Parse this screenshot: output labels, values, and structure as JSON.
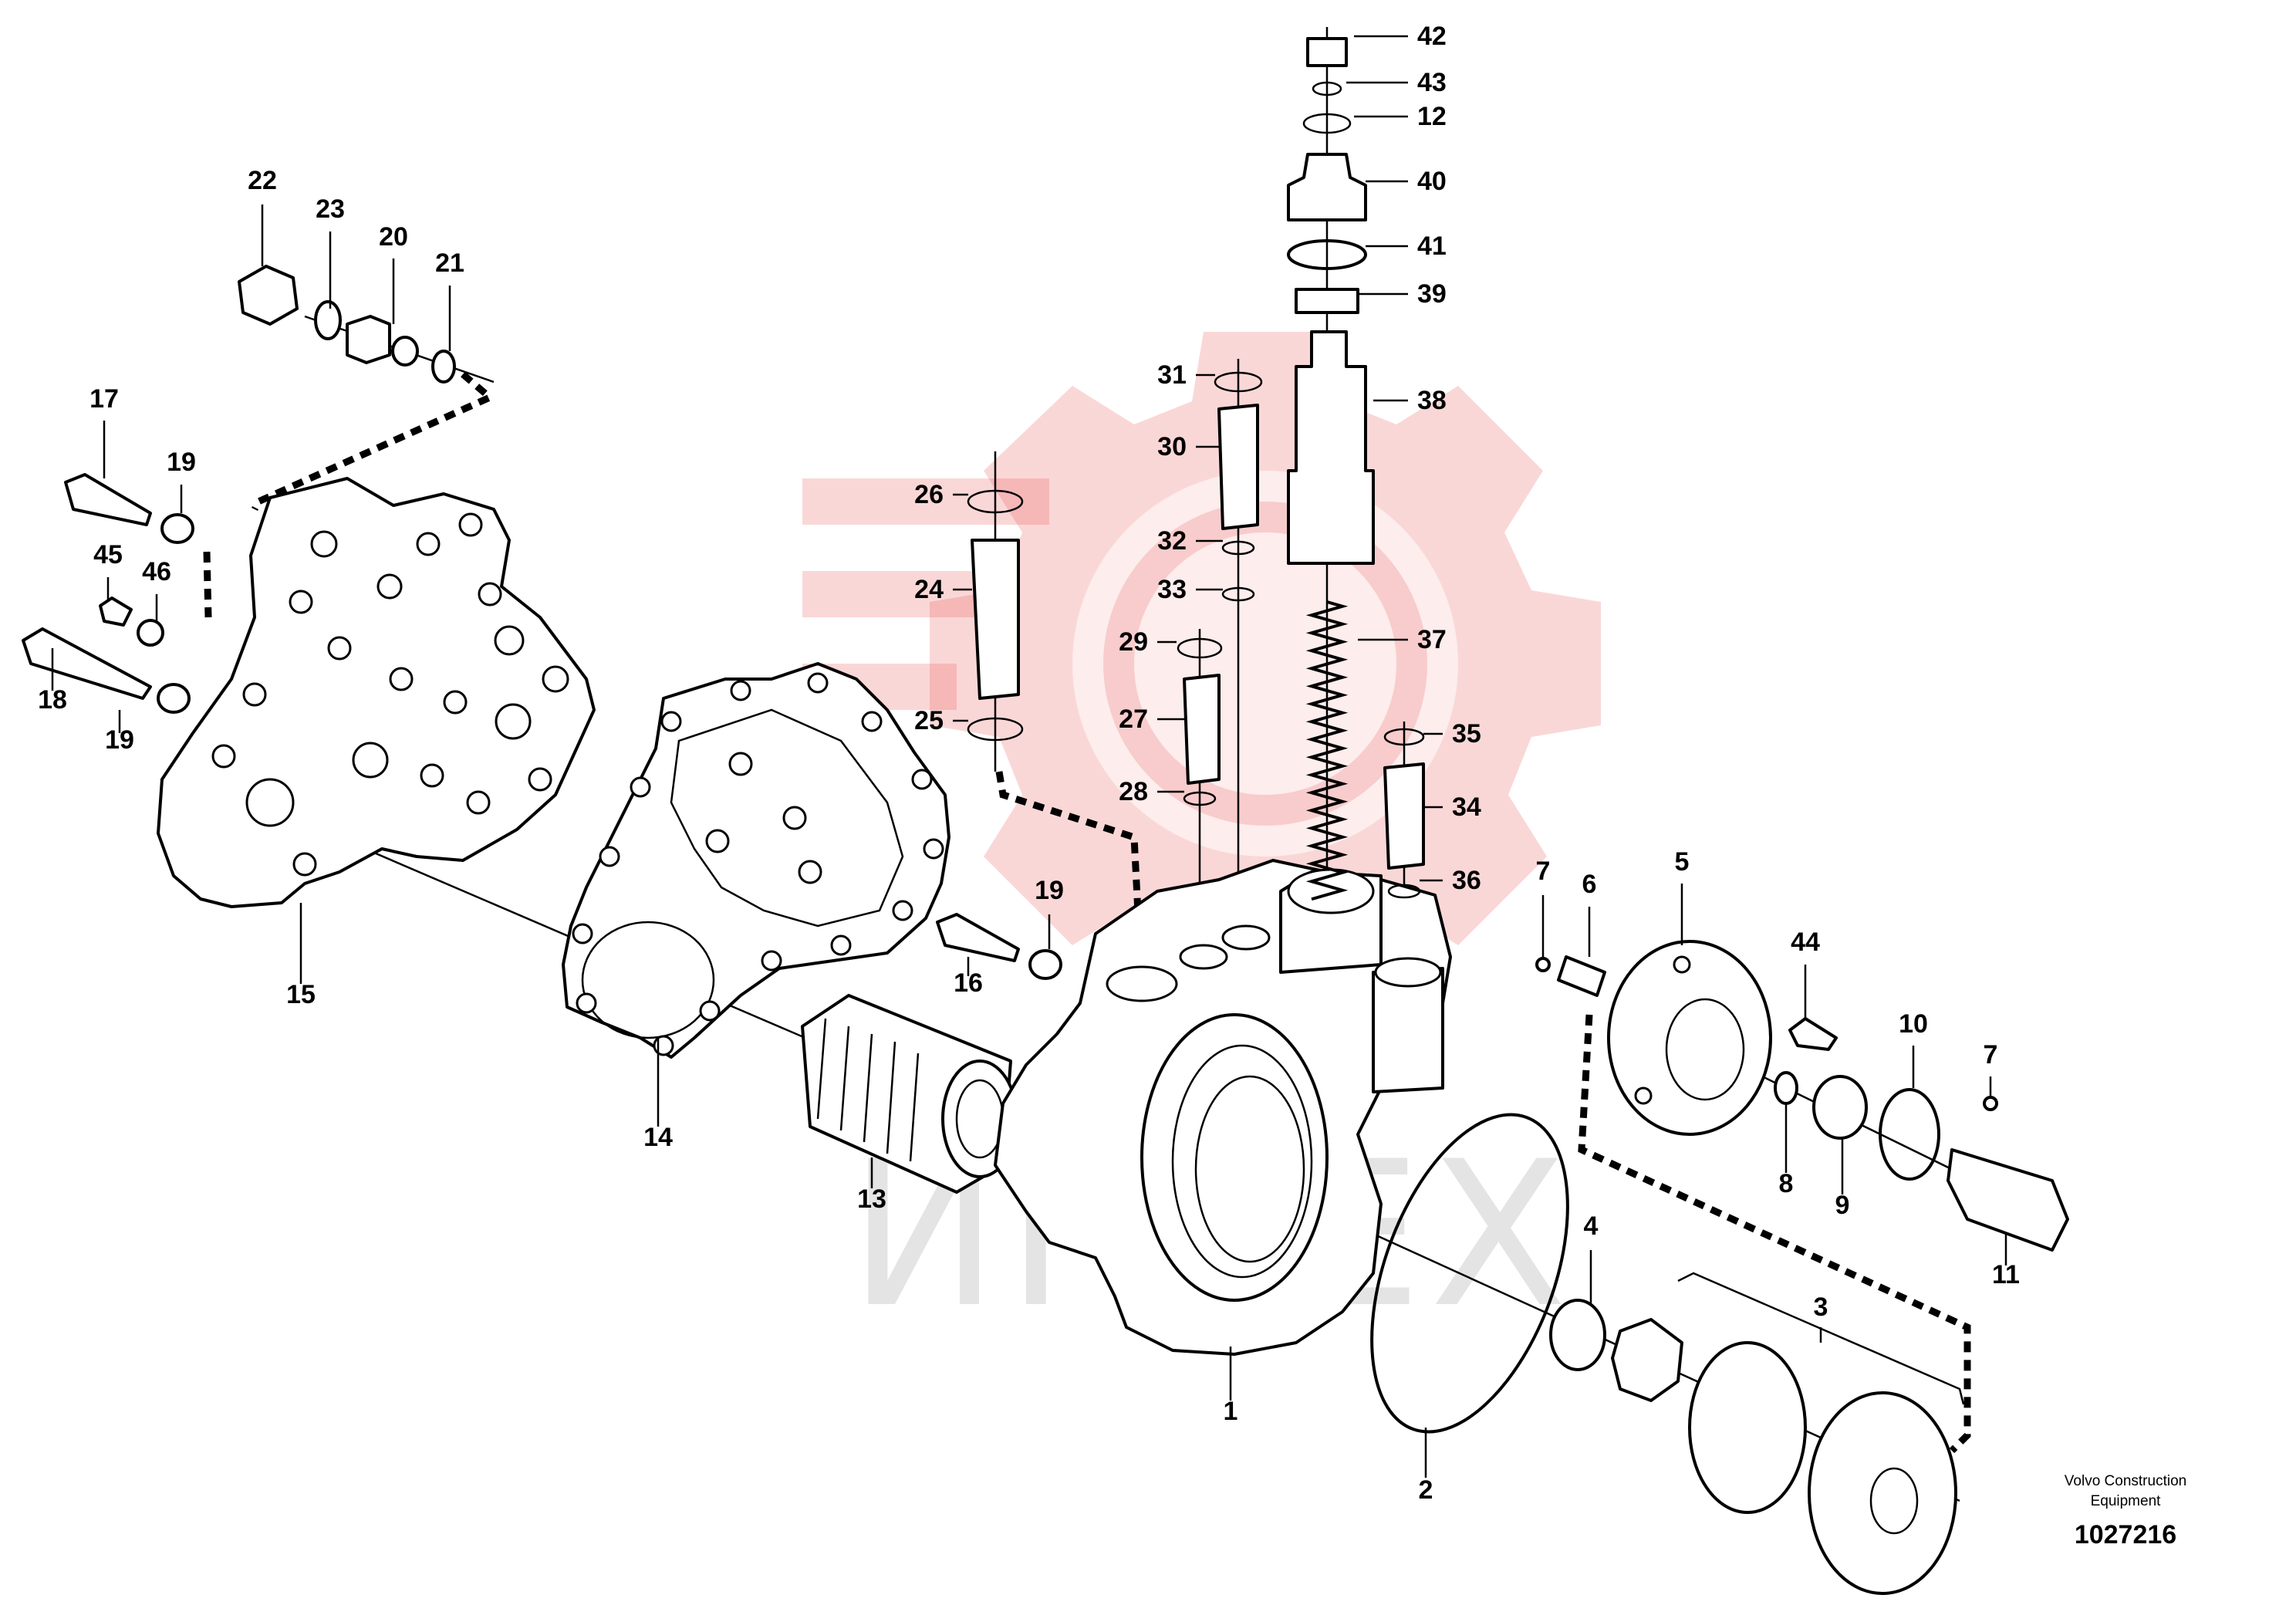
{
  "brand_lines": [
    "Volvo Construction",
    "Equipment"
  ],
  "document_number": "1027216",
  "watermark_text": "ИНТЕХ",
  "callouts": [
    {
      "n": "42"
    },
    {
      "n": "43"
    },
    {
      "n": "12"
    },
    {
      "n": "40"
    },
    {
      "n": "41"
    },
    {
      "n": "39"
    },
    {
      "n": "38"
    },
    {
      "n": "37"
    },
    {
      "n": "35"
    },
    {
      "n": "34"
    },
    {
      "n": "36"
    },
    {
      "n": "31"
    },
    {
      "n": "30"
    },
    {
      "n": "32"
    },
    {
      "n": "33"
    },
    {
      "n": "29"
    },
    {
      "n": "27"
    },
    {
      "n": "28"
    },
    {
      "n": "26"
    },
    {
      "n": "24"
    },
    {
      "n": "25"
    },
    {
      "n": "22"
    },
    {
      "n": "23"
    },
    {
      "n": "20"
    },
    {
      "n": "21"
    },
    {
      "n": "17"
    },
    {
      "n": "19"
    },
    {
      "n": "45"
    },
    {
      "n": "46"
    },
    {
      "n": "18"
    },
    {
      "n": "19"
    },
    {
      "n": "15"
    },
    {
      "n": "14"
    },
    {
      "n": "13"
    },
    {
      "n": "19"
    },
    {
      "n": "16"
    },
    {
      "n": "1"
    },
    {
      "n": "2"
    },
    {
      "n": "7"
    },
    {
      "n": "6"
    },
    {
      "n": "5"
    },
    {
      "n": "44"
    },
    {
      "n": "10"
    },
    {
      "n": "7"
    },
    {
      "n": "8"
    },
    {
      "n": "9"
    },
    {
      "n": "11"
    },
    {
      "n": "4"
    },
    {
      "n": "3"
    }
  ]
}
